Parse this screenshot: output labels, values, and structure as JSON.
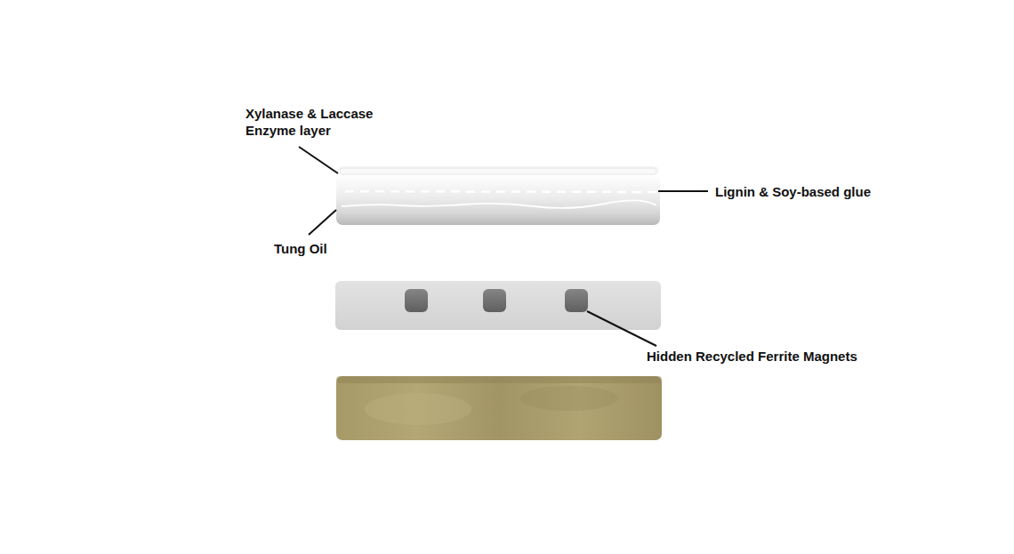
{
  "diagram": {
    "labels": [
      "Xylanase & Laccase Enzyme layer",
      "Tung Oil",
      "Lignin & Soy-based glue",
      "Hidden Recycled Ferrite Magnets"
    ]
  }
}
